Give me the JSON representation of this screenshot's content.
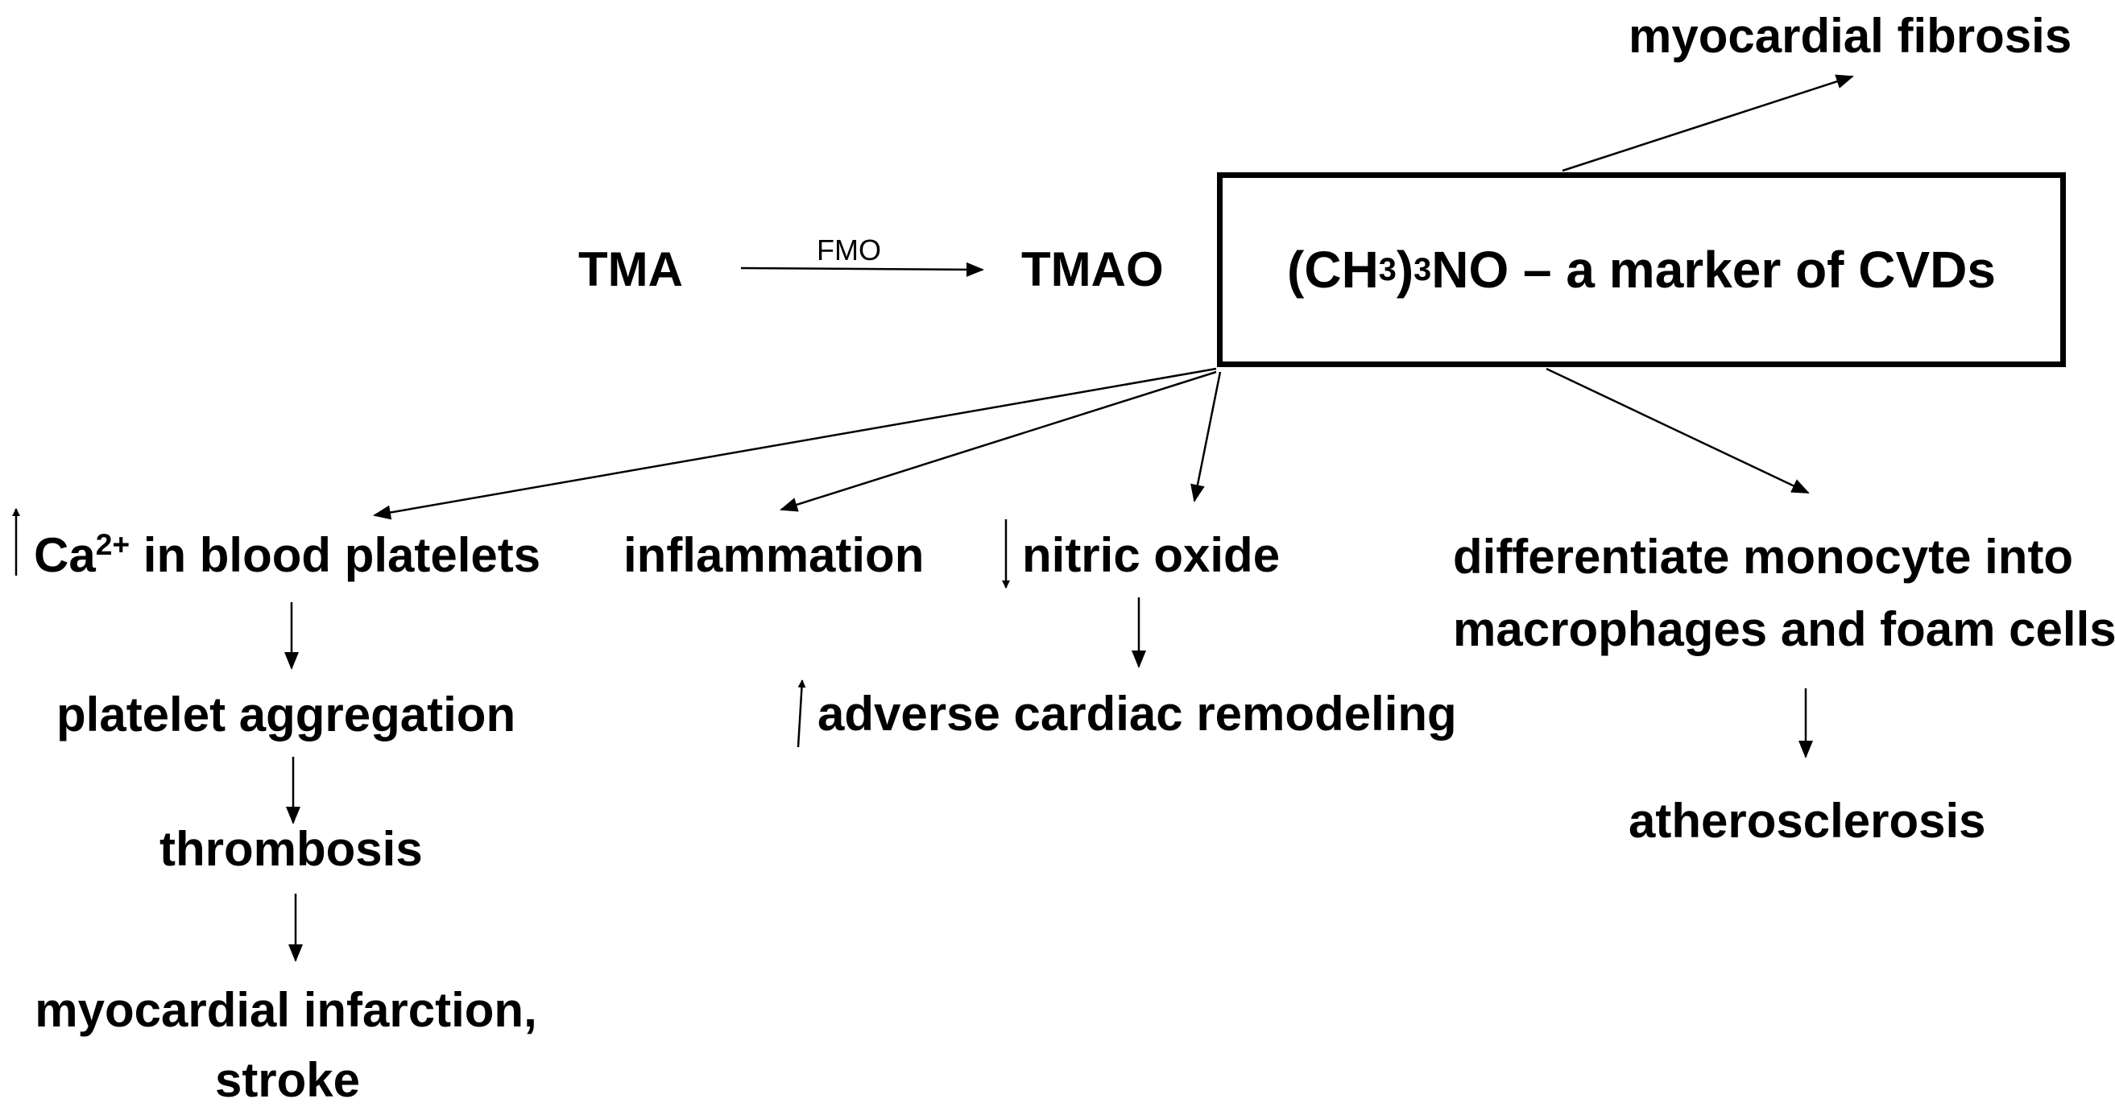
{
  "diagram": {
    "nodes": {
      "tma": "TMA",
      "fmo": "FMO",
      "tmao": "TMAO",
      "marker": {
        "prefix": "(CH",
        "sub1": "3",
        "mid": ")",
        "sub2": "3",
        "suffix": "NO – a marker of CVDs"
      },
      "myocardial_fibrosis": "myocardial fibrosis",
      "calcium": {
        "prefix": "Ca",
        "sup": "2+",
        "suffix": " in blood platelets"
      },
      "inflammation": "inflammation",
      "nitric_oxide": "nitric oxide",
      "differentiate_line1": "differentiate monocyte into",
      "differentiate_line2": "macrophages and foam cells",
      "platelet_aggregation": "platelet aggregation",
      "thrombosis": "thrombosis",
      "mi_line1": "myocardial infarction,",
      "mi_line2": "stroke",
      "adverse_remodeling": "adverse cardiac remodeling",
      "atherosclerosis": "atherosclerosis"
    },
    "colors": {
      "text": "#000000",
      "line": "#000000",
      "background": "#ffffff"
    }
  }
}
